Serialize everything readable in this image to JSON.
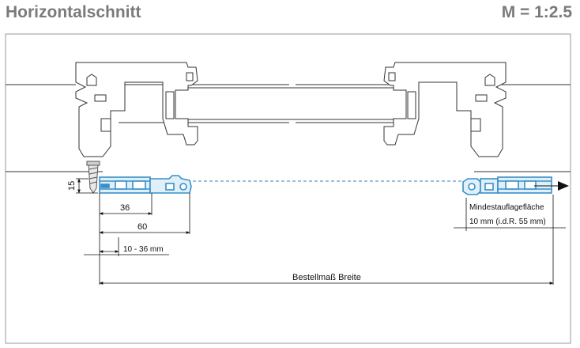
{
  "header": {
    "title": "Horizontalschnitt",
    "scale": "M = 1:2.5"
  },
  "dimensions": {
    "d15": "15",
    "d36": "36",
    "d60": "60",
    "d_range": "10 - 36 mm",
    "order_width": "Bestellmaß Breite",
    "min_bearing_line1": "Mindestauflagefläche",
    "min_bearing_line2": "10 mm (i.d.R. 55 mm)"
  },
  "colors": {
    "frame_line": "#333333",
    "profile_blue": "#3a8fc6",
    "profile_light": "#dff0fb",
    "dashed_line": "#3a7fb8",
    "border": "#9a9a9a",
    "header_text": "#7a7a7a"
  },
  "icons": [
    "screw-icon",
    "arrow-right-icon"
  ]
}
